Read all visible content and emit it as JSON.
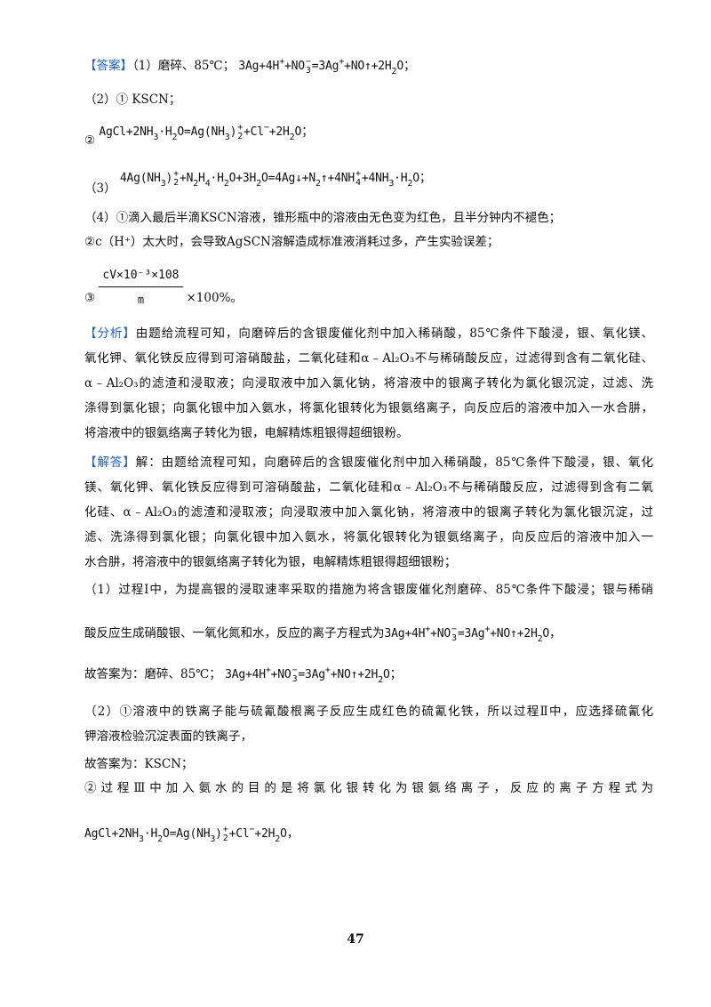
{
  "labels": {
    "answer": "【答案】",
    "analysis": "【分析】",
    "solution": "【解答】"
  },
  "ans": {
    "p1_prefix": "（1）磨碎、85℃；",
    "p2_prefix": "（2）",
    "c1": "①",
    "c2": "②",
    "c3": "③",
    "kscn": "KSCN；",
    "p3_prefix": "（3）",
    "p4_1": "（4）①滴入最后半滴KSCN溶液，锥形瓶中的溶液由无色变为红色，且半分钟内不褪色；",
    "p4_2": "②c（H⁺）太大时，会导致AgSCN溶解造成标准液消耗过多，产生实验误差；",
    "frac_num": "cV×10⁻³×108",
    "frac_den": "m",
    "percent": "×100%。"
  },
  "eq": {
    "e1": "3Ag+4H⁺+NO₃⁻=3Ag⁺+NO↑+2H₂O",
    "e2": "AgCl+2NH₃·H₂O=Ag(NH₃)₂⁺+Cl⁻+2H₂O",
    "e3": "4Ag(NH₃)₂⁺+N₂H₄·H₂O+3H₂O=4Ag↓+N₂↑+4NH₄⁺+4NH₃·H₂O"
  },
  "analysis": [
    "由题给流程可知，向磨碎后的含银废催化剂中加入稀硝酸，85℃条件下酸浸，银、氧化镁、",
    "氧化钾、氧化铁反应得到可溶硝酸盐，二氧化硅和α﹣Al₂O₃不与稀硝酸反应，过滤得到含有二氧化硅、",
    "α﹣Al₂O₃的滤渣和浸取液；向浸取液中加入氯化钠，将溶液中的银离子转化为氯化银沉淀，过滤、洗",
    "涤得到氯化银；向氯化银中加入氨水，将氯化银转化为银氨络离子，向反应后的溶液中加入一水合肼，",
    "将溶液中的银氨络离子转化为银，电解精炼粗银得超细银粉。"
  ],
  "solution": [
    "解：由题给流程可知，向磨碎后的含银废催化剂中加入稀硝酸，85℃条件下酸浸，银、氧化",
    "镁、氧化钾、氧化铁反应得到可溶硝酸盐，二氧化硅和α﹣Al₂O₃不与稀硝酸反应，过滤得到含有二氧",
    "化硅、α﹣Al₂O₃的滤渣和浸取液；向浸取液中加入氯化钠，将溶液中的银离子转化为氯化银沉淀，过",
    "滤、洗涤得到氯化银；向氯化银中加入氨水，将氯化银转化为银氨络离子，向反应后的溶液中加入一",
    "水合肼，将溶液中的银氨络离子转化为银，电解精炼粗银得超细银粉；",
    "（1）过程Ⅰ中，为提高银的浸取速率采取的措施为将含银废催化剂磨碎、85℃条件下酸浸；银与稀硝",
    "酸反应生成硝酸银、一氧化氮和水，反应的离子方程式为",
    "故答案为：磨碎、85℃；",
    "（2）①溶液中的铁离子能与硫氰酸根离子反应生成红色的硫氰化铁，所以过程Ⅱ中，应选择硫氰化",
    "钾溶液检验沉淀表面的铁离子，",
    "故答案为：KSCN；",
    "②过程Ⅲ中加入氨水的目的是将氯化银转化为银氨络离子，反应的离子方程式为"
  ],
  "punct": {
    "semicolon": "；",
    "comma": "，"
  },
  "page_number": "47"
}
